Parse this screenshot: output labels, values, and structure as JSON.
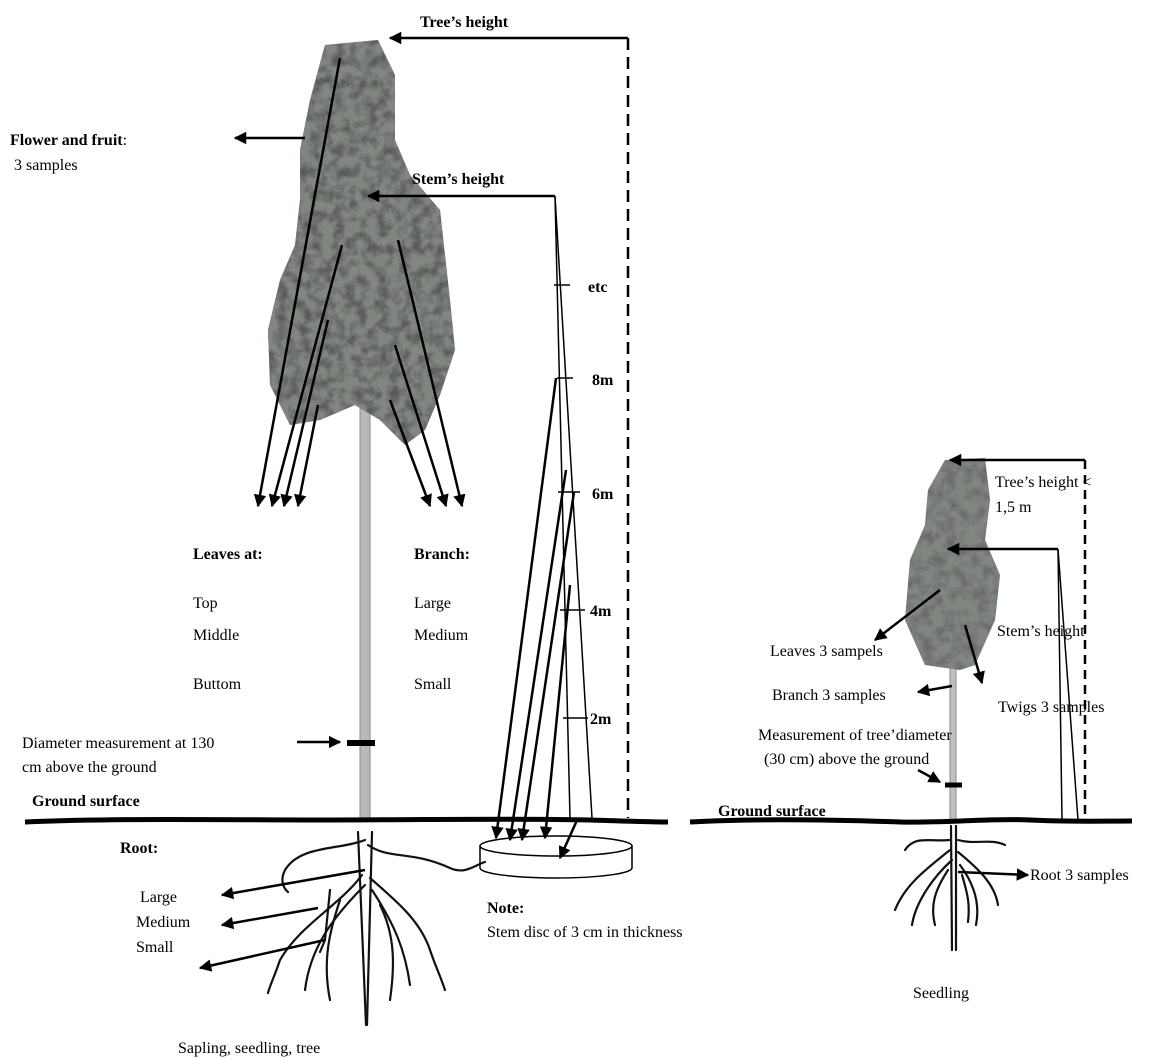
{
  "tall_tree": {
    "tree_height": "Tree’s height",
    "flower_fruit_title": "Flower and fruit",
    "flower_fruit_colon": ":",
    "flower_fruit_count": "3 samples",
    "stem_height": "Stem’s height",
    "marks": [
      "etc",
      "8m",
      "6m",
      "4m",
      "2m"
    ],
    "leaves_title": "Leaves at:",
    "leaves": [
      "Top",
      "Middle",
      "Buttom"
    ],
    "branch_title": "Branch:",
    "branches": [
      "Large",
      "Medium",
      "Small"
    ],
    "diameter_line1": "Diameter measurement at 130",
    "diameter_line2": "cm above the ground",
    "ground": "Ground surface",
    "root_title": "Root:",
    "roots": [
      "Large",
      "Medium",
      "Small"
    ],
    "note_title": "Note:",
    "note_text": "Stem disc of 3 cm in thickness",
    "caption": "Sapling, seedling, tree"
  },
  "seedling": {
    "tree_height_line1": "Tree’s height  <",
    "tree_height_line2": "1,5 m",
    "stem_height": "Stem’s height",
    "leaves": "Leaves 3 sampels",
    "branch": "Branch 3 samples",
    "twigs": "Twigs 3 samples",
    "diameter_line1": "Measurement of tree’diameter",
    "diameter_line2": "(30 cm) above the ground",
    "ground": "Ground surface",
    "root": "Root  3 samples",
    "caption": "Seedling"
  }
}
